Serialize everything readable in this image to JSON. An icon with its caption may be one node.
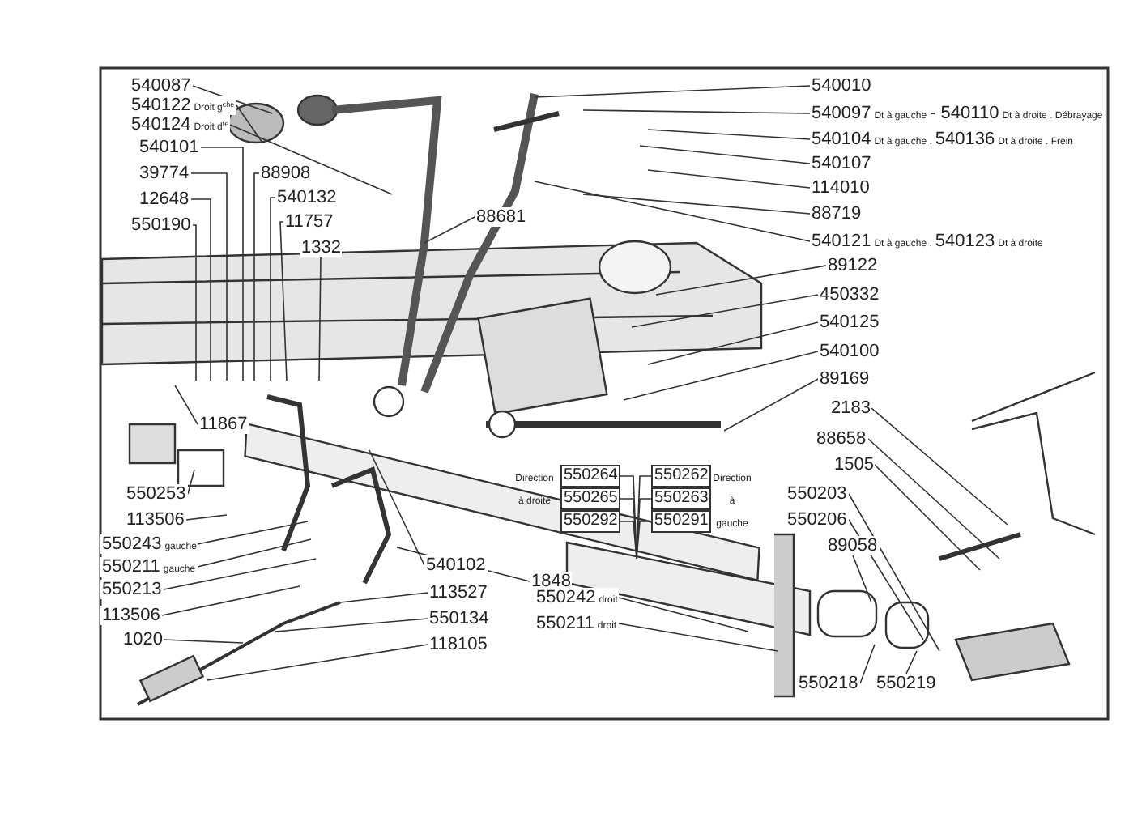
{
  "diagram": {
    "nodes": [
      {
        "text": [
          "540087"
        ]
      },
      {
        "text": [
          "540122",
          "Droit g$^{che}$"
        ]
      },
      {
        "text": [
          "540124",
          "Droit d$^{te}$"
        ]
      },
      {
        "text": [
          "540101"
        ]
      },
      {
        "text": [
          "39774"
        ]
      },
      {
        "text": [
          "12648"
        ]
      },
      {
        "text": [
          "550190"
        ]
      },
      {
        "text": [
          "88908"
        ]
      },
      {
        "text": [
          "540132"
        ]
      },
      {
        "text": [
          "11757"
        ]
      },
      {
        "text": [
          "1332"
        ]
      },
      {
        "text": [
          "88681"
        ]
      },
      {
        "text": [
          "11867"
        ]
      },
      {
        "text": [
          "550253"
        ]
      },
      {
        "text": [
          "113506"
        ]
      },
      {
        "text": [
          "550243",
          "gauche"
        ]
      },
      {
        "text": [
          "550211",
          "gauche"
        ]
      },
      {
        "text": [
          "550213"
        ]
      },
      {
        "text": [
          "113506"
        ]
      },
      {
        "text": [
          "1020"
        ]
      },
      {
        "text": [
          "540102"
        ]
      },
      {
        "text": [
          "1848"
        ]
      },
      {
        "text": [
          "113527"
        ]
      },
      {
        "text": [
          "550134"
        ]
      },
      {
        "text": [
          "118105"
        ]
      },
      {
        "text": [
          "540010"
        ]
      },
      {
        "text": [
          "540097",
          "Dt à gauche",
          "- 540110",
          "Dt à droite . Débrayage"
        ]
      },
      {
        "text": [
          "540104",
          "Dt à gauche .",
          "540136",
          "Dt à droite . Frein"
        ]
      },
      {
        "text": [
          "540107"
        ]
      },
      {
        "text": [
          "114010"
        ]
      },
      {
        "text": [
          "88719"
        ]
      },
      {
        "text": [
          "540121",
          "Dt à gauche .",
          "540123",
          "Dt à droite"
        ]
      },
      {
        "text": [
          "89122"
        ]
      },
      {
        "text": [
          "450332"
        ]
      },
      {
        "text": [
          "540125"
        ]
      },
      {
        "text": [
          "540100"
        ]
      },
      {
        "text": [
          "89169"
        ]
      },
      {
        "text": [
          "2183"
        ]
      },
      {
        "text": [
          "88658"
        ]
      },
      {
        "text": [
          "1505"
        ]
      },
      {
        "text": [
          "550203"
        ]
      },
      {
        "text": [
          "550206"
        ]
      },
      {
        "text": [
          "89058"
        ]
      },
      {
        "text": [
          "550264"
        ]
      },
      {
        "text": [
          "550262"
        ]
      },
      {
        "text": [
          "550265"
        ]
      },
      {
        "text": [
          "550263"
        ]
      },
      {
        "text": [
          "550292"
        ]
      },
      {
        "text": [
          "550291"
        ]
      },
      {
        "text": [
          "550242",
          "droit"
        ]
      },
      {
        "text": [
          "550211",
          "droit"
        ]
      },
      {
        "text": [
          "550218"
        ]
      },
      {
        "text": [
          "550219"
        ]
      }
    ],
    "edges": [
      {
        "from": 0,
        "to": null,
        "arrow": "none"
      },
      {
        "from": 1,
        "to": null,
        "arrow": "none"
      },
      {
        "from": 2,
        "to": null,
        "arrow": "none"
      },
      {
        "from": 3,
        "to": null,
        "arrow": "none"
      },
      {
        "from": 4,
        "to": null,
        "arrow": "none"
      },
      {
        "from": 5,
        "to": null,
        "arrow": "none"
      },
      {
        "from": 6,
        "to": null,
        "arrow": "none"
      },
      {
        "from": 7,
        "to": null,
        "arrow": "none"
      },
      {
        "from": 8,
        "to": null,
        "arrow": "none"
      },
      {
        "from": 9,
        "to": null,
        "arrow": "none"
      },
      {
        "from": 10,
        "to": null,
        "arrow": "none"
      },
      {
        "from": 11,
        "to": null,
        "arrow": "none"
      },
      {
        "from": 12,
        "to": null,
        "arrow": "none"
      },
      {
        "from": 13,
        "to": null,
        "arrow": "none"
      },
      {
        "from": 14,
        "to": null,
        "arrow": "none"
      },
      {
        "from": 15,
        "to": null,
        "arrow": "none"
      },
      {
        "from": 16,
        "to": null,
        "arrow": "none"
      },
      {
        "from": 17,
        "to": null,
        "arrow": "none"
      },
      {
        "from": 18,
        "to": null,
        "arrow": "none"
      },
      {
        "from": 19,
        "to": null,
        "arrow": "none"
      },
      {
        "from": 20,
        "to": null,
        "arrow": "none"
      },
      {
        "from": 21,
        "to": null,
        "arrow": "none"
      },
      {
        "from": 22,
        "to": null,
        "arrow": "none"
      },
      {
        "from": 23,
        "to": null,
        "arrow": "none"
      },
      {
        "from": 24,
        "to": null,
        "arrow": "none"
      },
      {
        "from": 25,
        "to": null,
        "arrow": "none"
      },
      {
        "from": 26,
        "to": null,
        "arrow": "none"
      },
      {
        "from": 27,
        "to": null,
        "arrow": "none"
      },
      {
        "from": 28,
        "to": null,
        "arrow": "none"
      },
      {
        "from": 29,
        "to": null,
        "arrow": "none"
      },
      {
        "from": 30,
        "to": null,
        "arrow": "none"
      },
      {
        "from": 31,
        "to": null,
        "arrow": "none"
      },
      {
        "from": 32,
        "to": null,
        "arrow": "none"
      },
      {
        "from": 33,
        "to": null,
        "arrow": "none"
      },
      {
        "from": 34,
        "to": null,
        "arrow": "none"
      },
      {
        "from": 35,
        "to": null,
        "arrow": "none"
      },
      {
        "from": 36,
        "to": null,
        "arrow": "none"
      },
      {
        "from": 37,
        "to": null,
        "arrow": "none"
      },
      {
        "from": 38,
        "to": null,
        "arrow": "none"
      },
      {
        "from": 39,
        "to": null,
        "arrow": "none"
      },
      {
        "from": 40,
        "to": null,
        "arrow": "none"
      },
      {
        "from": 41,
        "to": null,
        "arrow": "none"
      },
      {
        "from": 42,
        "to": null,
        "arrow": "none"
      },
      {
        "from": 43,
        "to": null,
        "arrow": "none"
      },
      {
        "from": 44,
        "to": null,
        "arrow": "none"
      },
      {
        "from": 45,
        "to": null,
        "arrow": "none"
      },
      {
        "from": 46,
        "to": null,
        "arrow": "none"
      },
      {
        "from": 47,
        "to": null,
        "arrow": "none"
      },
      {
        "from": 48,
        "to": null,
        "arrow": "none"
      },
      {
        "from": 49,
        "to": null,
        "arrow": "none"
      },
      {
        "from": 50,
        "to": null,
        "arrow": "none"
      },
      {
        "from": 51,
        "to": null,
        "arrow": "none"
      },
      {
        "from": 52,
        "to": null,
        "arrow": "none"
      }
    ],
    "labels": [
      "Direction à droite",
      "Direction à gauche"
    ]
  }
}
